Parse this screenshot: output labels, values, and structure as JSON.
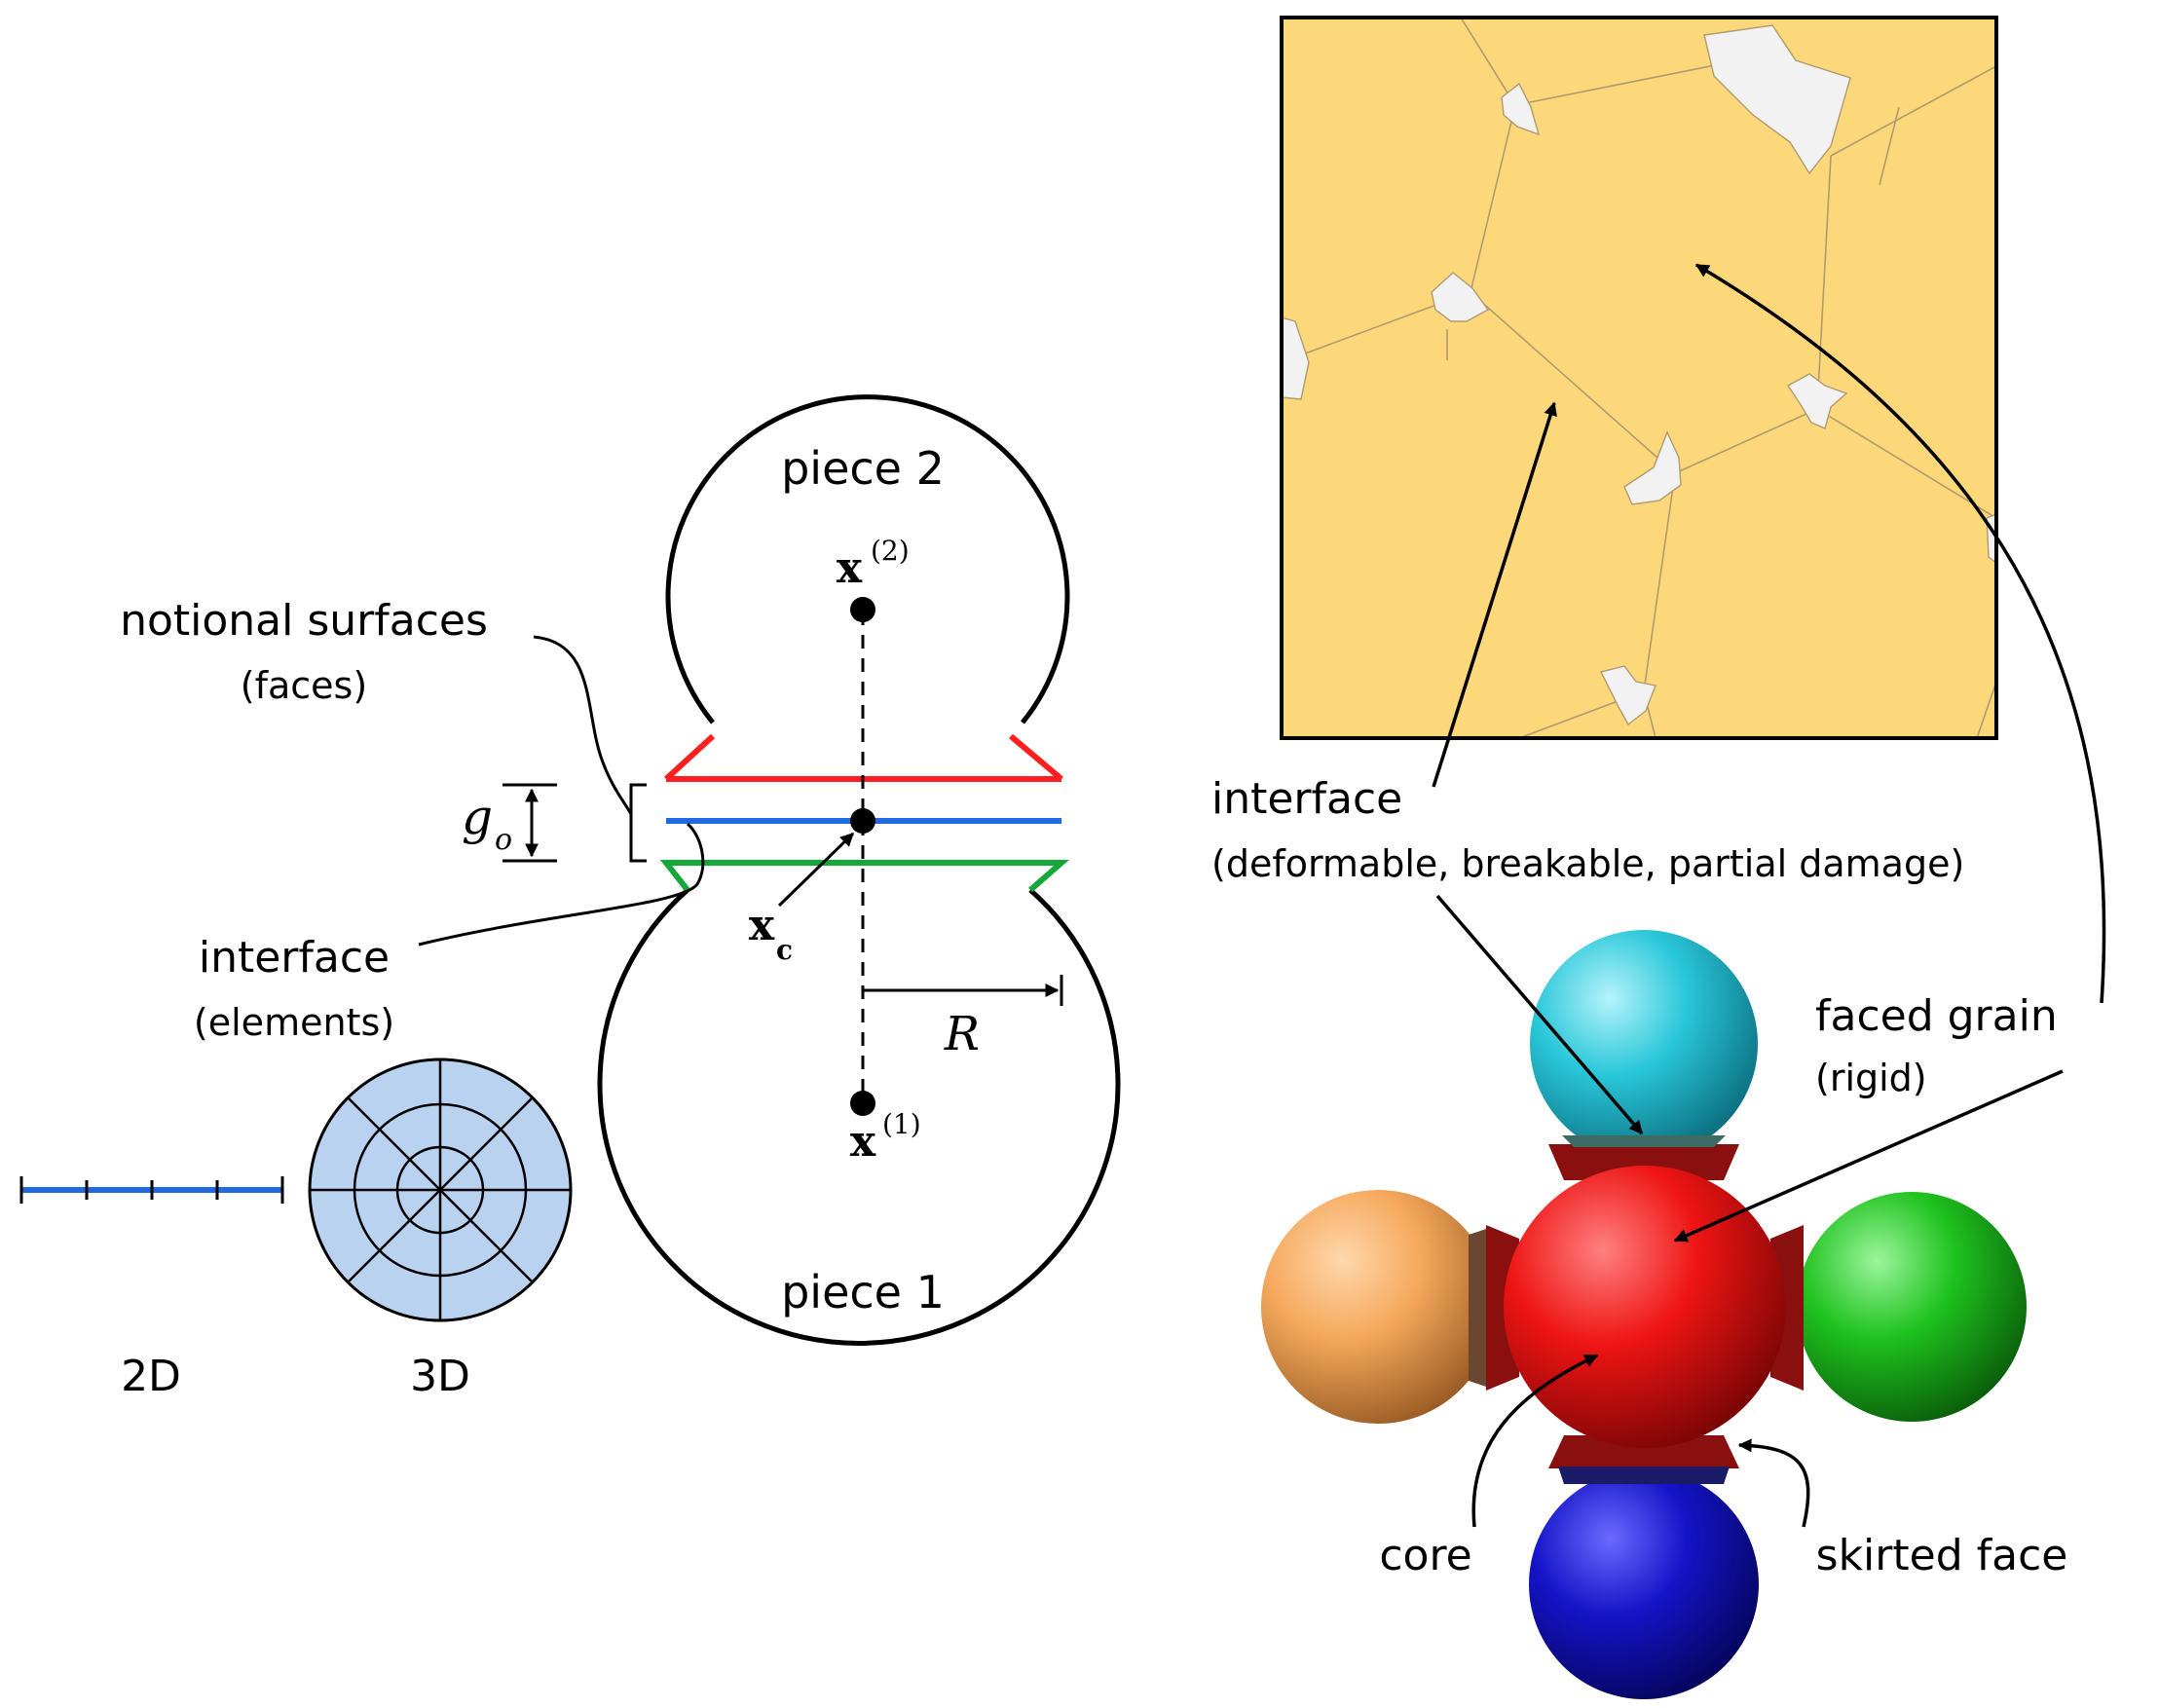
{
  "colors": {
    "red": "#ff1f1f",
    "blue": "#1f6ae0",
    "green": "#14a83a",
    "grain_fill": "#fdd87a",
    "disc_fill": "#b9d2ef",
    "sphere_cyan": "#29c7d9",
    "sphere_orange": "#f5a85c",
    "sphere_green": "#1fc21f",
    "sphere_blue": "#1414c8",
    "sphere_red": "#ee1414"
  },
  "left": {
    "piece2": "piece 2",
    "piece1": "piece 1",
    "x2_base": "x",
    "x2_sup": "(2)",
    "x1_base": "x",
    "x1_sup": "(1)",
    "xc_base": "x",
    "xc_sub": "c",
    "radius": "R",
    "gap_base": "g",
    "gap_sub": "o",
    "notional_line1": "notional surfaces",
    "notional_line2": "(faces)",
    "interface_line1": "interface",
    "interface_line2": "(elements)",
    "label_2d": "2D",
    "label_3d": "3D"
  },
  "right": {
    "interface_line1": "interface",
    "interface_line2": "(deformable, breakable, partial damage)",
    "faced_line1": "faced grain",
    "faced_line2": "(rigid)",
    "core": "core",
    "skirted": "skirted face"
  }
}
